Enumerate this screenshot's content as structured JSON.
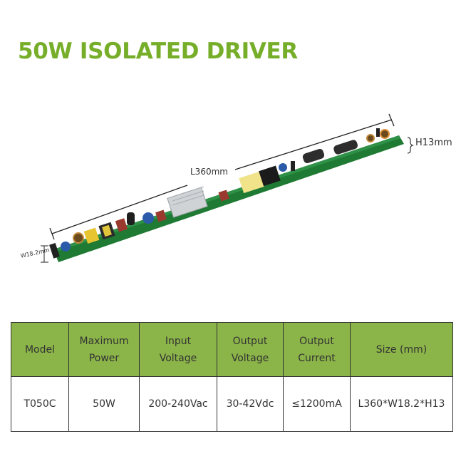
{
  "title": "50W ISOLATED DRIVER",
  "accent_color": "#76AE2A",
  "header_bg_color": "#8BB449",
  "product_image": {
    "description": "Long narrow green PCB LED driver board with components",
    "dimensions": {
      "length_label": "L360mm",
      "height_label": "H13mm",
      "width_label": "W18.2mm"
    }
  },
  "spec_table": {
    "headers": [
      {
        "line1": "Model",
        "line2": ""
      },
      {
        "line1": "Maximum",
        "line2": "Power"
      },
      {
        "line1": "Input",
        "line2": "Voltage"
      },
      {
        "line1": "Output",
        "line2": "Voltage"
      },
      {
        "line1": "Output",
        "line2": "Current"
      },
      {
        "line1": "Size (mm)",
        "line2": ""
      }
    ],
    "rows": [
      [
        "T050C",
        "50W",
        "200-240Vac",
        "30-42Vdc",
        "≤1200mA",
        "L360*W18.2*H13"
      ]
    ]
  }
}
